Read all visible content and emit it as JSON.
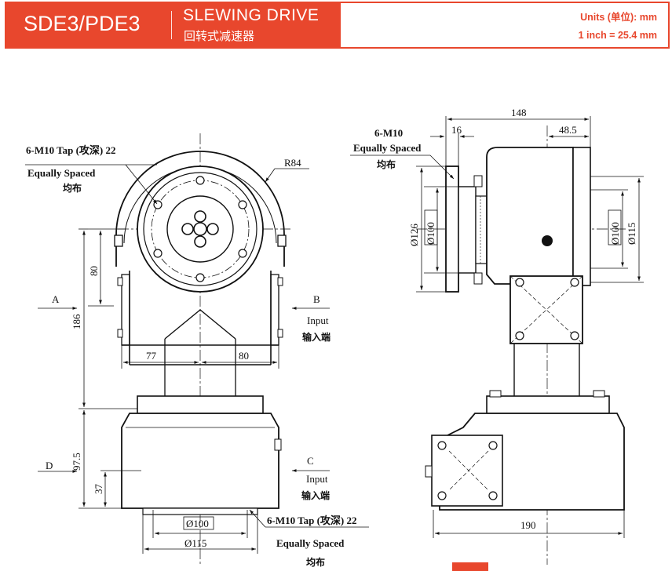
{
  "header": {
    "model": "SDE3/PDE3",
    "title": "SLEWING DRIVE",
    "title_zh": "回转式减速器",
    "units_line": "Units (单位):  mm",
    "inch_line": "1 inch = 25.4 mm",
    "accent_color": "#e8472d"
  },
  "front_view": {
    "tap_label": "6-M10 Tap (攻深) 22",
    "spaced_label": "Equally Spaced",
    "spaced_zh": "均布",
    "radius": "R84",
    "section_a": "A",
    "section_b": "B",
    "section_c": "C",
    "section_d": "D",
    "input_b": "Input",
    "input_b_zh": "输入端",
    "input_c": "Input",
    "input_c_zh": "输入端",
    "dim_80_vertical": "80",
    "dim_186": "186",
    "dim_77": "77",
    "dim_80_horizontal": "80",
    "dim_97_5": "97.5",
    "dim_37": "37",
    "dim_d100": "Ø100",
    "dim_d115": "Ø115",
    "tap_label_bottom": "6-M10 Tap (攻深) 22",
    "spaced_label_bottom": "Equally Spaced",
    "spaced_zh_bottom": "均布"
  },
  "side_view": {
    "tap_label": "6-M10",
    "spaced_label": "Equally Spaced",
    "spaced_zh": "均布",
    "dim_148": "148",
    "dim_16": "16",
    "dim_48_5": "48.5",
    "dim_d126": "Ø126",
    "dim_d100_left": "Ø100",
    "dim_d100_right": "Ø100",
    "dim_d115": "Ø115",
    "dim_190": "190"
  }
}
